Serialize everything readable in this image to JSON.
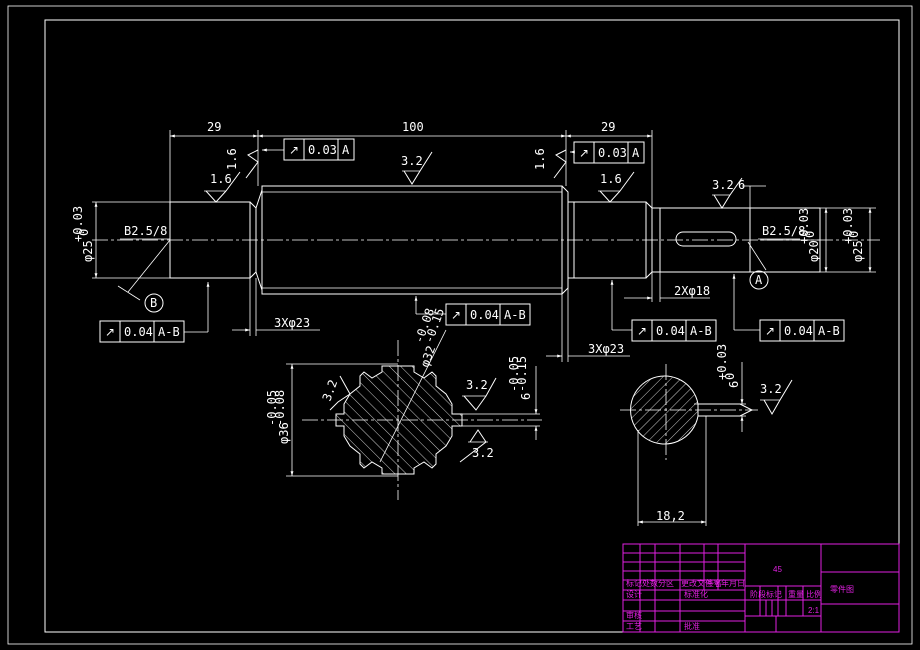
{
  "colors": {
    "background": "#000000",
    "lines": "#ffffff",
    "title_block": "#e020e0",
    "ticks": "#ffffff"
  },
  "dimensions": {
    "len_left": "29",
    "len_middle": "100",
    "len_right": "29",
    "dia_left": "φ25",
    "dia_left_tol_upper": "+0.03",
    "dia_left_tol_lower": "0",
    "dia_right_25": "φ25",
    "dia_right_25_tol_upper": "+0.03",
    "dia_right_25_tol_lower": "0",
    "dia_right_20": "φ20",
    "dia_right_20_tol_upper": "+0.03",
    "dia_right_20_tol_lower": "0",
    "relief_left": "3Xφ23",
    "relief_right": "3Xφ23",
    "step_right": "2Xφ18",
    "spline_outer": "φ36",
    "spline_outer_tol_upper": "-0.05",
    "spline_outer_tol_lower": "-0.08",
    "spline_inner": "φ32",
    "spline_inner_tol_upper": "-0.08",
    "spline_inner_tol_lower": "-0.15",
    "spline_width": "6",
    "spline_width_tol_upper": "-0.05",
    "spline_width_tol_lower": "-0.15",
    "keyway_width": "6",
    "keyway_width_tol_upper": "+0.03",
    "keyway_width_tol_lower": "0",
    "keyway_depth": "18,2",
    "center_hole_left": "B2.5/8",
    "center_hole_right": "B2.5/8"
  },
  "roughness": {
    "shaft_body": "3.2",
    "left_journal": "1.6",
    "left_shoulder": "1.6",
    "right_journal": "1.6",
    "right_shoulder": "1.6",
    "keyway_top": "3.2",
    "keyway_top_extra": "6",
    "spline_side": "3.2",
    "spline_right": "3.2",
    "spline_bottom": "3.2",
    "keyway_section": "3.2"
  },
  "tolerances": {
    "runout_left_top": {
      "symbol": "↗",
      "value": "0.03",
      "datum": "A"
    },
    "runout_right_top": {
      "symbol": "↗",
      "value": "0.03",
      "datum": "A"
    },
    "runout_left_bottom": {
      "symbol": "↗",
      "value": "0.04",
      "datum": "A-B"
    },
    "runout_middle": {
      "symbol": "↗",
      "value": "0.04",
      "datum": "A-B"
    },
    "runout_right_journal": {
      "symbol": "↗",
      "value": "0.04",
      "datum": "A-B"
    },
    "runout_right_end": {
      "symbol": "↗",
      "value": "0.04",
      "datum": "A-B"
    }
  },
  "datums": {
    "left": "B",
    "right": "A"
  },
  "title_block": {
    "material": "45",
    "part_name": "零件图",
    "row_labels": [
      "标记",
      "处数",
      "分区",
      "更改文件号",
      "签名",
      "年月日"
    ],
    "designer_label": "设计",
    "standardization_label": "标准化",
    "stage_mark_label": "阶段标记",
    "weight_label": "重量",
    "scale_label": "比例",
    "scale_value": "2:1",
    "review_label": "审核",
    "process_label": "工艺",
    "approve_label": "批准"
  }
}
